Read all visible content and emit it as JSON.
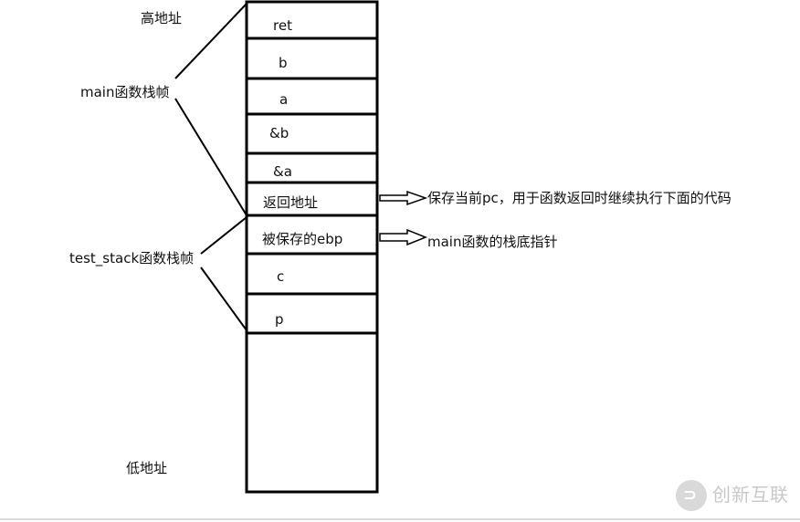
{
  "labels": {
    "high_address": "高地址",
    "low_address": "低地址",
    "main_frame": "main函数栈帧",
    "test_stack_frame": "test_stack函数栈帧"
  },
  "stack_cells": [
    "ret",
    "b",
    "a",
    "&b",
    "&a",
    "返回地址",
    "被保存的ebp",
    "c",
    "p"
  ],
  "annotations": {
    "return_address_note": "保存当前pc，用于函数返回时继续执行下面的代码",
    "saved_ebp_note": "main函数的栈底指针"
  },
  "watermark": {
    "text": "创新互联"
  }
}
